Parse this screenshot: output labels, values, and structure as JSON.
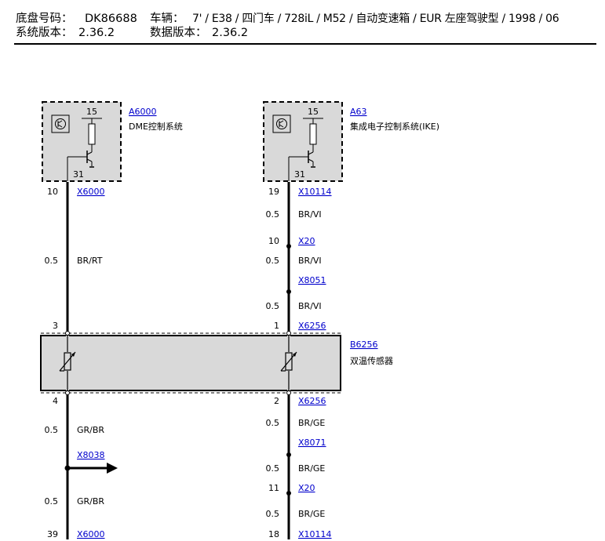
{
  "header": {
    "chassis_label": "底盘号码：",
    "chassis_value": "DK86688",
    "vehicle_label": "车辆：",
    "vehicle_value": "7' / E38 / 四门车 / 728iL / M52 / 自动变速箱 / EUR 左座驾驶型 / 1998 / 06",
    "system_version_label": "系统版本：",
    "system_version_value": "2.36.2",
    "data_version_label": "数据版本：",
    "data_version_value": "2.36.2"
  },
  "components": {
    "a6000": {
      "id": "A6000",
      "name": "DME控制系统",
      "terminal_15": "15",
      "terminal_31": "31"
    },
    "a63": {
      "id": "A63",
      "name": "集成电子控制系统(IKE)",
      "terminal_15": "15",
      "terminal_31": "31"
    },
    "b6256": {
      "id": "B6256",
      "name": "双温传感器"
    }
  },
  "left_wire": {
    "pin_top": "10",
    "conn_top": "X6000",
    "size_1": "0.5",
    "color_1": "BR/RT",
    "pin_sensor_top": "3",
    "pin_sensor_bottom": "4",
    "size_2": "0.5",
    "color_2": "GR/BR",
    "conn_branch": "X8038",
    "size_3": "0.5",
    "color_3": "GR/BR",
    "pin_bottom": "39",
    "conn_bottom": "X6000"
  },
  "right_wire": {
    "pin_top": "19",
    "conn_top": "X10114",
    "size_1": "0.5",
    "color_1": "BR/VI",
    "pin_x20_top": "10",
    "conn_x20_top": "X20",
    "size_2": "0.5",
    "color_2": "BR/VI",
    "conn_splice_1": "X8051",
    "size_3": "0.5",
    "color_3": "BR/VI",
    "pin_sensor_top": "1",
    "conn_sensor_top": "X6256",
    "pin_sensor_bottom": "2",
    "conn_sensor_bottom": "X6256",
    "size_4": "0.5",
    "color_4": "BR/GE",
    "conn_splice_2": "X8071",
    "size_5": "0.5",
    "color_5": "BR/GE",
    "pin_x20_bottom": "11",
    "conn_x20_bottom": "X20",
    "size_6": "0.5",
    "color_6": "BR/GE",
    "pin_bottom": "18",
    "conn_bottom": "X10114"
  },
  "colors": {
    "link": "#0000cc",
    "sensor_fill": "#d9d9d9",
    "wire": "#000000"
  }
}
